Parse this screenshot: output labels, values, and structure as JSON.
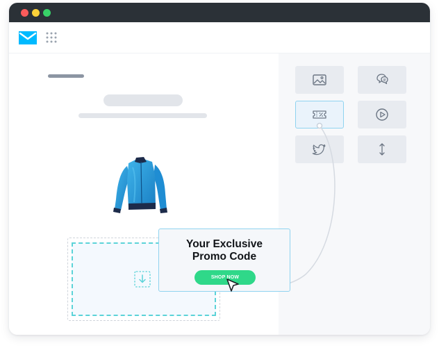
{
  "window": {
    "traffic_lights": [
      "close",
      "minimize",
      "maximize"
    ],
    "colors": {
      "close": "#fb5b5b",
      "minimize": "#fdd239",
      "maximize": "#38d168",
      "titlebar": "#2b3137"
    }
  },
  "appbar": {
    "logo_icon": "envelope-logo-icon",
    "apps_icon": "apps-grid-icon",
    "brand_color": "#00baff"
  },
  "canvas": {
    "product_image": "blue-jacket",
    "dropzone_icon": "download-arrow-icon"
  },
  "panel": {
    "tiles": [
      {
        "icon": "image-icon"
      },
      {
        "icon": "chat-bubbles-icon"
      },
      {
        "icon": "coupon-icon",
        "active": true
      },
      {
        "icon": "play-circle-icon"
      },
      {
        "icon": "twitter-bird-icon"
      },
      {
        "icon": "vertical-arrows-icon"
      }
    ]
  },
  "promo": {
    "title_line1": "Your Exclusive",
    "title_line2": "Promo Code",
    "button_label": "SHOP NOW",
    "button_color": "#2fd889"
  }
}
